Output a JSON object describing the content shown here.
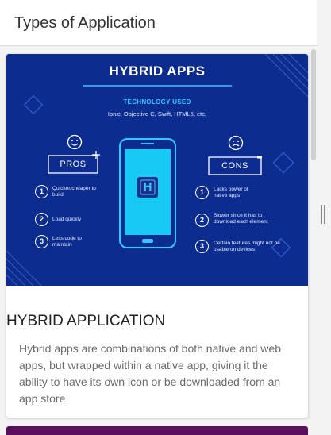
{
  "header": {
    "title": "Types of Application"
  },
  "card": {
    "image": {
      "title": "HYBRID APPS",
      "tech_heading": "TECHNOLOGY USED",
      "tech_list": "Ionic, Objective C, Swift, HTML5, etc.",
      "pros_label": "PROS",
      "cons_label": "CONS",
      "app_icon_letter": "H",
      "pros": [
        {
          "num": "1",
          "text": "Quicker/cheaper to build"
        },
        {
          "num": "2",
          "text": "Load quickly"
        },
        {
          "num": "3",
          "text": "Less code to maintain"
        }
      ],
      "cons": [
        {
          "num": "1",
          "text": "Lacks power of native apps"
        },
        {
          "num": "2",
          "text": "Slower since it has to download each element"
        },
        {
          "num": "3",
          "text": "Certain features might not be usable on devices"
        }
      ],
      "colors": {
        "background": "#0c2d8f",
        "accent": "#35c8ff",
        "phone_screen": "#18c9f5"
      }
    },
    "heading": "HYBRID APPLICATION",
    "body": "Hybrid apps are combinations of both native and web apps, but wrapped within a native app, giving it the ability to have its own icon or be downloaded from an app store."
  },
  "next_card": {
    "color": "#5b0e5e"
  }
}
